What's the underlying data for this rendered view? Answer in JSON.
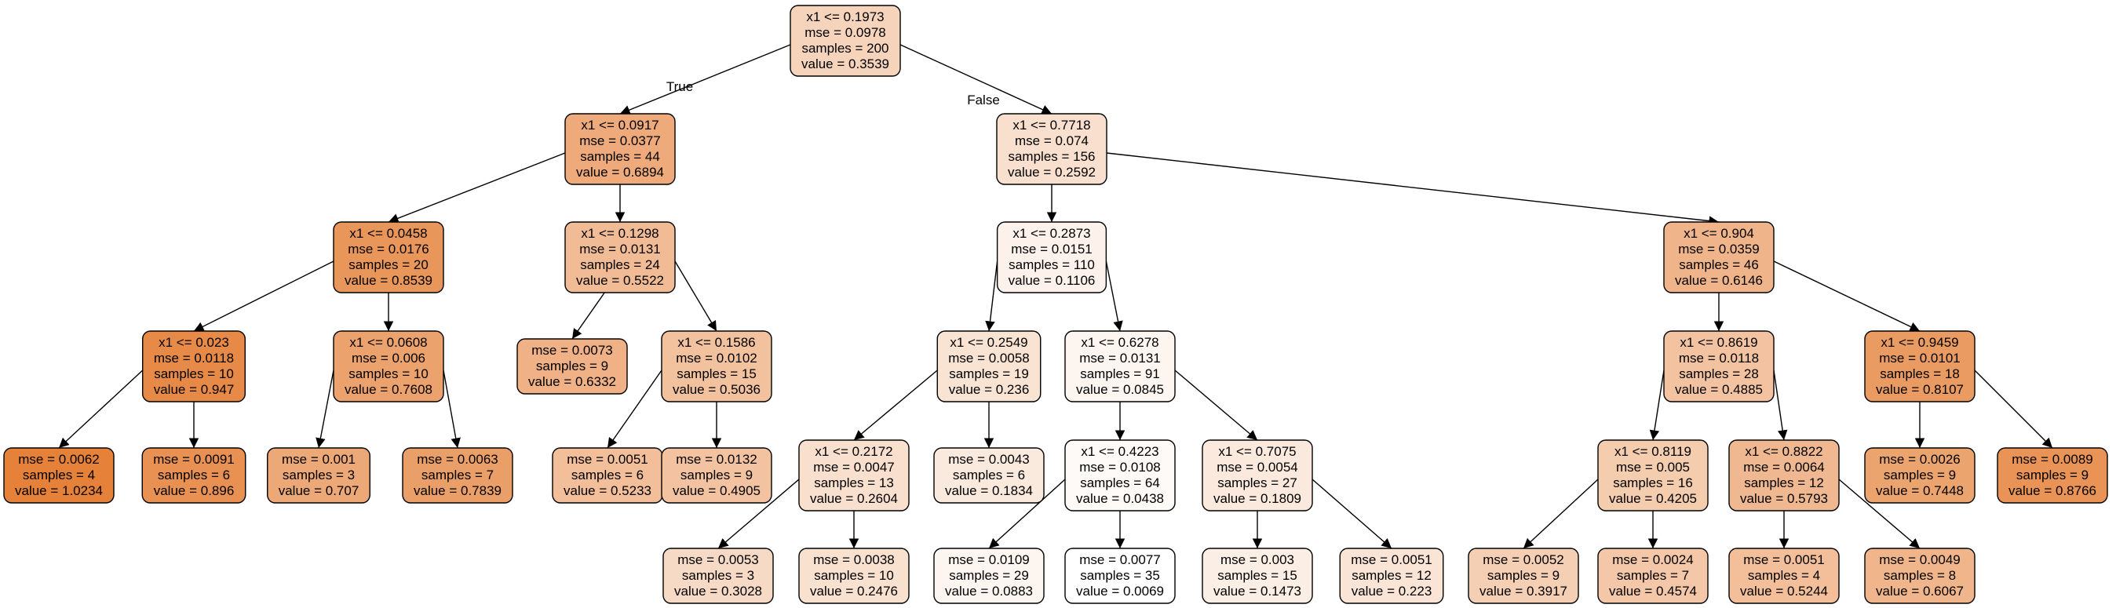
{
  "edge_labels": {
    "true_label": "True",
    "false_label": "False"
  },
  "node_fill_base": "#e58139",
  "nodes": [
    {
      "id": "n0",
      "lines": [
        "x1 <= 0.1973",
        "mse = 0.0978",
        "samples = 200",
        "value = 0.3539"
      ],
      "value": 0.3539
    },
    {
      "id": "n1",
      "lines": [
        "x1 <= 0.0917",
        "mse = 0.0377",
        "samples = 44",
        "value = 0.6894"
      ],
      "value": 0.6894
    },
    {
      "id": "n2",
      "lines": [
        "x1 <= 0.7718",
        "mse = 0.074",
        "samples = 156",
        "value = 0.2592"
      ],
      "value": 0.2592
    },
    {
      "id": "n3",
      "lines": [
        "x1 <= 0.0458",
        "mse = 0.0176",
        "samples = 20",
        "value = 0.8539"
      ],
      "value": 0.8539
    },
    {
      "id": "n4",
      "lines": [
        "x1 <= 0.1298",
        "mse = 0.0131",
        "samples = 24",
        "value = 0.5522"
      ],
      "value": 0.5522
    },
    {
      "id": "n5",
      "lines": [
        "x1 <= 0.2873",
        "mse = 0.0151",
        "samples = 110",
        "value = 0.1106"
      ],
      "value": 0.1106
    },
    {
      "id": "n6",
      "lines": [
        "x1 <= 0.904",
        "mse = 0.0359",
        "samples = 46",
        "value = 0.6146"
      ],
      "value": 0.6146
    },
    {
      "id": "n7",
      "lines": [
        "x1 <= 0.023",
        "mse = 0.0118",
        "samples = 10",
        "value = 0.947"
      ],
      "value": 0.947
    },
    {
      "id": "n8",
      "lines": [
        "x1 <= 0.0608",
        "mse = 0.006",
        "samples = 10",
        "value = 0.7608"
      ],
      "value": 0.7608
    },
    {
      "id": "n9",
      "lines": [
        "mse = 0.0073",
        "samples = 9",
        "value = 0.6332"
      ],
      "value": 0.6332
    },
    {
      "id": "n10",
      "lines": [
        "x1 <= 0.1586",
        "mse = 0.0102",
        "samples = 15",
        "value = 0.5036"
      ],
      "value": 0.5036
    },
    {
      "id": "n11",
      "lines": [
        "x1 <= 0.2549",
        "mse = 0.0058",
        "samples = 19",
        "value = 0.236"
      ],
      "value": 0.236
    },
    {
      "id": "n12",
      "lines": [
        "x1 <= 0.6278",
        "mse = 0.0131",
        "samples = 91",
        "value = 0.0845"
      ],
      "value": 0.0845
    },
    {
      "id": "n13",
      "lines": [
        "x1 <= 0.8619",
        "mse = 0.0118",
        "samples = 28",
        "value = 0.4885"
      ],
      "value": 0.4885
    },
    {
      "id": "n14",
      "lines": [
        "x1 <= 0.9459",
        "mse = 0.0101",
        "samples = 18",
        "value = 0.8107"
      ],
      "value": 0.8107
    },
    {
      "id": "n15",
      "lines": [
        "mse = 0.0062",
        "samples = 4",
        "value = 1.0234"
      ],
      "value": 1.0234
    },
    {
      "id": "n16",
      "lines": [
        "mse = 0.0091",
        "samples = 6",
        "value = 0.896"
      ],
      "value": 0.896
    },
    {
      "id": "n17",
      "lines": [
        "mse = 0.001",
        "samples = 3",
        "value = 0.707"
      ],
      "value": 0.707
    },
    {
      "id": "n18",
      "lines": [
        "mse = 0.0063",
        "samples = 7",
        "value = 0.7839"
      ],
      "value": 0.7839
    },
    {
      "id": "n19",
      "lines": [
        "mse = 0.0051",
        "samples = 6",
        "value = 0.5233"
      ],
      "value": 0.5233
    },
    {
      "id": "n20",
      "lines": [
        "mse = 0.0132",
        "samples = 9",
        "value = 0.4905"
      ],
      "value": 0.4905
    },
    {
      "id": "n21",
      "lines": [
        "x1 <= 0.2172",
        "mse = 0.0047",
        "samples = 13",
        "value = 0.2604"
      ],
      "value": 0.2604
    },
    {
      "id": "n22",
      "lines": [
        "mse = 0.0043",
        "samples = 6",
        "value = 0.1834"
      ],
      "value": 0.1834
    },
    {
      "id": "n23",
      "lines": [
        "x1 <= 0.4223",
        "mse = 0.0108",
        "samples = 64",
        "value = 0.0438"
      ],
      "value": 0.0438
    },
    {
      "id": "n24",
      "lines": [
        "x1 <= 0.7075",
        "mse = 0.0054",
        "samples = 27",
        "value = 0.1809"
      ],
      "value": 0.1809
    },
    {
      "id": "n25",
      "lines": [
        "x1 <= 0.8119",
        "mse = 0.005",
        "samples = 16",
        "value = 0.4205"
      ],
      "value": 0.4205
    },
    {
      "id": "n26",
      "lines": [
        "x1 <= 0.8822",
        "mse = 0.0064",
        "samples = 12",
        "value = 0.5793"
      ],
      "value": 0.5793
    },
    {
      "id": "n27",
      "lines": [
        "mse = 0.0026",
        "samples = 9",
        "value = 0.7448"
      ],
      "value": 0.7448
    },
    {
      "id": "n28",
      "lines": [
        "mse = 0.0089",
        "samples = 9",
        "value = 0.8766"
      ],
      "value": 0.8766
    },
    {
      "id": "n29",
      "lines": [
        "mse = 0.0053",
        "samples = 3",
        "value = 0.3028"
      ],
      "value": 0.3028
    },
    {
      "id": "n30",
      "lines": [
        "mse = 0.0038",
        "samples = 10",
        "value = 0.2476"
      ],
      "value": 0.2476
    },
    {
      "id": "n31",
      "lines": [
        "mse = 0.0109",
        "samples = 29",
        "value = 0.0883"
      ],
      "value": 0.0883
    },
    {
      "id": "n32",
      "lines": [
        "mse = 0.0077",
        "samples = 35",
        "value = 0.0069"
      ],
      "value": 0.0069
    },
    {
      "id": "n33",
      "lines": [
        "mse = 0.003",
        "samples = 15",
        "value = 0.1473"
      ],
      "value": 0.1473
    },
    {
      "id": "n34",
      "lines": [
        "mse = 0.0051",
        "samples = 12",
        "value = 0.223"
      ],
      "value": 0.223
    },
    {
      "id": "n35",
      "lines": [
        "mse = 0.0052",
        "samples = 9",
        "value = 0.3917"
      ],
      "value": 0.3917
    },
    {
      "id": "n36",
      "lines": [
        "mse = 0.0024",
        "samples = 7",
        "value = 0.4574"
      ],
      "value": 0.4574
    },
    {
      "id": "n37",
      "lines": [
        "mse = 0.0051",
        "samples = 4",
        "value = 0.5244"
      ],
      "value": 0.5244
    },
    {
      "id": "n38",
      "lines": [
        "mse = 0.0049",
        "samples = 8",
        "value = 0.6067"
      ],
      "value": 0.6067
    }
  ],
  "edges": [
    [
      "n0",
      "n1"
    ],
    [
      "n0",
      "n2"
    ],
    [
      "n1",
      "n3"
    ],
    [
      "n1",
      "n4"
    ],
    [
      "n2",
      "n5"
    ],
    [
      "n2",
      "n6"
    ],
    [
      "n3",
      "n7"
    ],
    [
      "n3",
      "n8"
    ],
    [
      "n4",
      "n9"
    ],
    [
      "n4",
      "n10"
    ],
    [
      "n5",
      "n11"
    ],
    [
      "n5",
      "n12"
    ],
    [
      "n6",
      "n13"
    ],
    [
      "n6",
      "n14"
    ],
    [
      "n7",
      "n15"
    ],
    [
      "n7",
      "n16"
    ],
    [
      "n8",
      "n17"
    ],
    [
      "n8",
      "n18"
    ],
    [
      "n10",
      "n19"
    ],
    [
      "n10",
      "n20"
    ],
    [
      "n11",
      "n21"
    ],
    [
      "n11",
      "n22"
    ],
    [
      "n12",
      "n23"
    ],
    [
      "n12",
      "n24"
    ],
    [
      "n13",
      "n25"
    ],
    [
      "n13",
      "n26"
    ],
    [
      "n14",
      "n27"
    ],
    [
      "n14",
      "n28"
    ],
    [
      "n21",
      "n29"
    ],
    [
      "n21",
      "n30"
    ],
    [
      "n23",
      "n31"
    ],
    [
      "n23",
      "n32"
    ],
    [
      "n24",
      "n33"
    ],
    [
      "n24",
      "n34"
    ],
    [
      "n25",
      "n35"
    ],
    [
      "n25",
      "n36"
    ],
    [
      "n26",
      "n37"
    ],
    [
      "n26",
      "n38"
    ]
  ]
}
